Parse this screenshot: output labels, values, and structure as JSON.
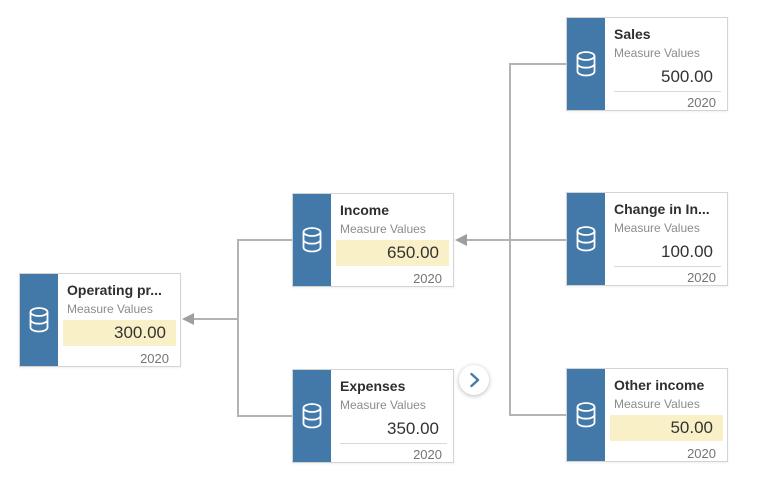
{
  "diagram": {
    "type": "value-driver-tree",
    "colors": {
      "node_accent": "#4379a8",
      "value_highlight": "#faf0c8",
      "connector": "#b3b3b3",
      "arrowhead": "#9e9e9e",
      "expand_chevron": "#4a7aa6"
    },
    "nodes": [
      {
        "id": "operating-profit",
        "title": "Operating pr...",
        "measure_label": "Measure Values",
        "value": "300.00",
        "period": "2020",
        "value_highlighted": true,
        "icon": "database-icon"
      },
      {
        "id": "income",
        "title": "Income",
        "measure_label": "Measure Values",
        "value": "650.00",
        "period": "2020",
        "value_highlighted": true,
        "icon": "database-icon"
      },
      {
        "id": "expenses",
        "title": "Expenses",
        "measure_label": "Measure Values",
        "value": "350.00",
        "period": "2020",
        "value_highlighted": false,
        "icon": "database-icon"
      },
      {
        "id": "sales",
        "title": "Sales",
        "measure_label": "Measure Values",
        "value": "500.00",
        "period": "2020",
        "value_highlighted": false,
        "icon": "database-icon"
      },
      {
        "id": "change-in-inventory",
        "title": "Change in In...",
        "measure_label": "Measure Values",
        "value": "100.00",
        "period": "2020",
        "value_highlighted": false,
        "icon": "database-icon"
      },
      {
        "id": "other-income",
        "title": "Other income",
        "measure_label": "Measure Values",
        "value": "50.00",
        "period": "2020",
        "value_highlighted": true,
        "icon": "database-icon"
      }
    ],
    "edges": [
      {
        "from": "sales",
        "to": "income"
      },
      {
        "from": "change-in-inventory",
        "to": "income"
      },
      {
        "from": "other-income",
        "to": "income"
      },
      {
        "from": "income",
        "to": "operating-profit"
      },
      {
        "from": "expenses",
        "to": "operating-profit"
      }
    ],
    "expand_button": {
      "icon": "chevron-right-icon",
      "attached_to": "expenses"
    }
  }
}
